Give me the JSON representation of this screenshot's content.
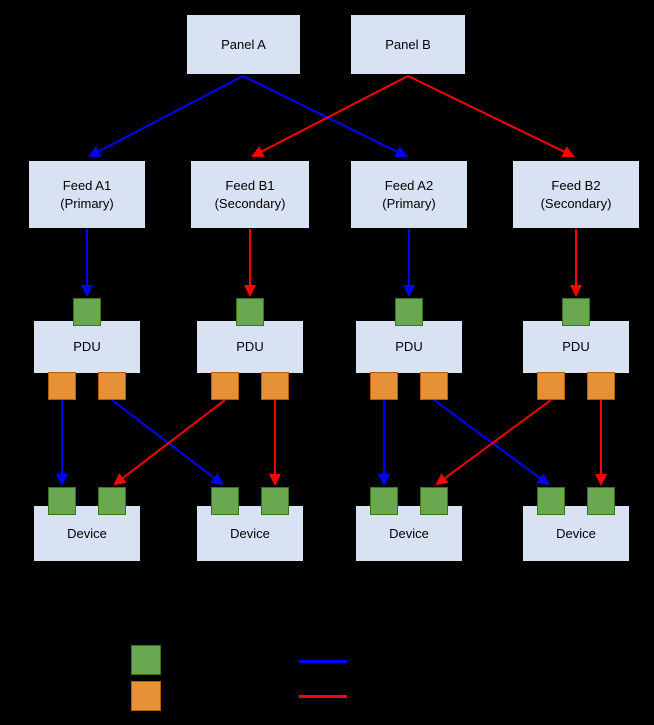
{
  "colors": {
    "background": "#000000",
    "node_fill": "#d9e2f3",
    "node_border": "#000000",
    "input_port_green": "#6aa84f",
    "output_port_orange": "#e69138",
    "primary_path_blue": "#0000ff",
    "secondary_path_red": "#ff0000"
  },
  "panels": [
    {
      "label": "Panel A"
    },
    {
      "label": "Panel B"
    }
  ],
  "feeds": [
    {
      "line1": "Feed A1",
      "line2": "(Primary)"
    },
    {
      "line1": "Feed B1",
      "line2": "(Secondary)"
    },
    {
      "line1": "Feed A2",
      "line2": "(Primary)"
    },
    {
      "line1": "Feed B2",
      "line2": "(Secondary)"
    }
  ],
  "pdus": [
    {
      "label": "PDU"
    },
    {
      "label": "PDU"
    },
    {
      "label": "PDU"
    },
    {
      "label": "PDU"
    }
  ],
  "devices": [
    {
      "label": "Device"
    },
    {
      "label": "Device"
    },
    {
      "label": "Device"
    },
    {
      "label": "Device"
    }
  ],
  "edges": [
    {
      "from": "Panel A",
      "to": "Feed A1",
      "color": "blue"
    },
    {
      "from": "Panel A",
      "to": "Feed A2",
      "color": "blue"
    },
    {
      "from": "Panel B",
      "to": "Feed B1",
      "color": "red"
    },
    {
      "from": "Panel B",
      "to": "Feed B2",
      "color": "red"
    },
    {
      "from": "Feed A1",
      "to": "PDU 1 input",
      "color": "blue"
    },
    {
      "from": "Feed B1",
      "to": "PDU 2 input",
      "color": "red"
    },
    {
      "from": "Feed A2",
      "to": "PDU 3 input",
      "color": "blue"
    },
    {
      "from": "Feed B2",
      "to": "PDU 4 input",
      "color": "red"
    },
    {
      "from": "PDU 1 left output",
      "to": "Device 1 left input",
      "color": "blue"
    },
    {
      "from": "PDU 1 right output",
      "to": "Device 2 left input",
      "color": "blue"
    },
    {
      "from": "PDU 2 left output",
      "to": "Device 1 right input",
      "color": "red"
    },
    {
      "from": "PDU 2 right output",
      "to": "Device 2 right input",
      "color": "red"
    },
    {
      "from": "PDU 3 left output",
      "to": "Device 3 left input",
      "color": "blue"
    },
    {
      "from": "PDU 3 right output",
      "to": "Device 4 left input",
      "color": "blue"
    },
    {
      "from": "PDU 4 left output",
      "to": "Device 3 right input",
      "color": "red"
    },
    {
      "from": "PDU 4 right output",
      "to": "Device 4 right input",
      "color": "red"
    }
  ],
  "legend": {
    "swatches": [
      {
        "name": "green-input-port-swatch",
        "color": "#6aa84f"
      },
      {
        "name": "orange-output-port-swatch",
        "color": "#e69138"
      }
    ],
    "lines": [
      {
        "name": "blue-primary-path-line",
        "color": "#0000ff"
      },
      {
        "name": "red-secondary-path-line",
        "color": "#ff0000"
      }
    ]
  }
}
